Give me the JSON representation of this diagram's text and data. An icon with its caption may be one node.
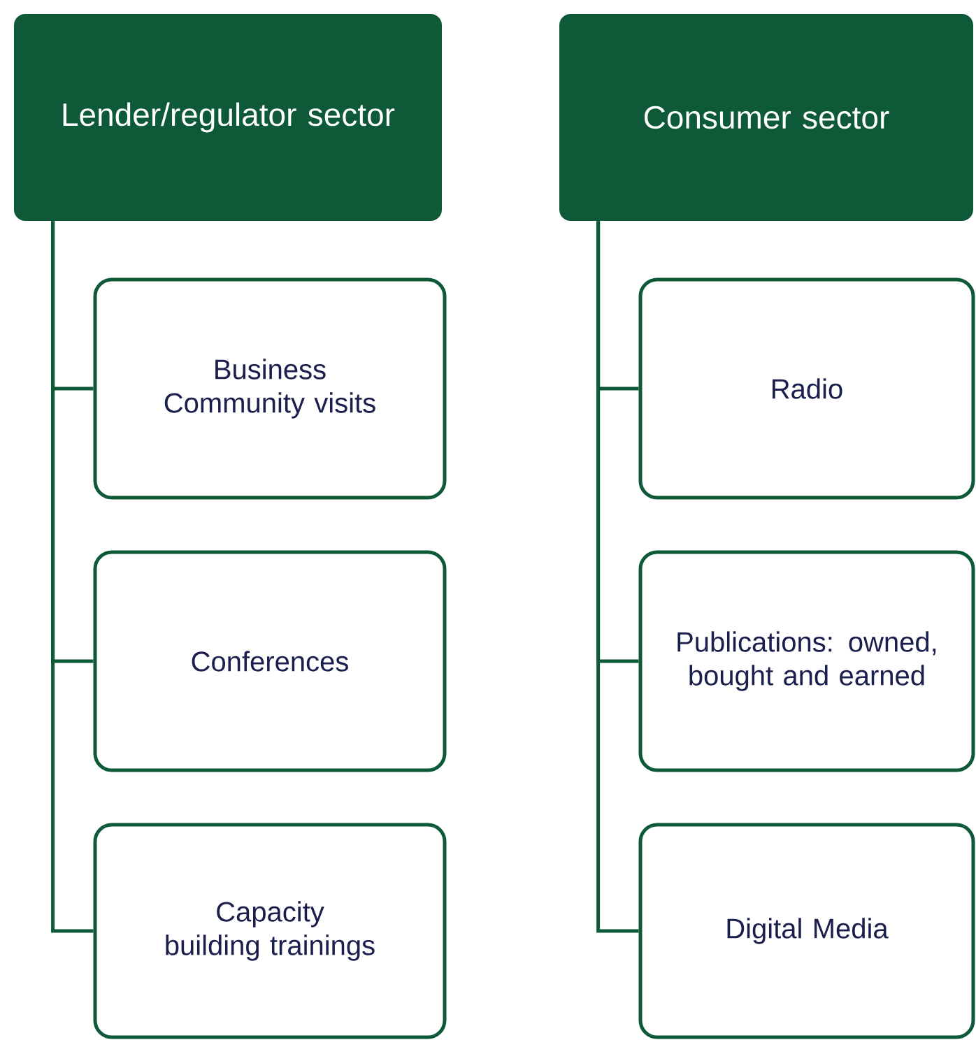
{
  "diagram": {
    "nodes": [
      {
        "text": [
          "Lender/regulator sector"
        ]
      },
      {
        "text": [
          "Business Community visits"
        ]
      },
      {
        "text": [
          "Conferences"
        ]
      },
      {
        "text": [
          "Capacity building trainings"
        ]
      },
      {
        "text": [
          "Consumer sector"
        ]
      },
      {
        "text": [
          "Radio"
        ]
      },
      {
        "text": [
          "Publications: owned, bought and earned"
        ]
      },
      {
        "text": [
          "Digital Media"
        ]
      }
    ],
    "edges": [
      {
        "from": 0,
        "to": 1,
        "arrow": "none"
      },
      {
        "from": 0,
        "to": 2,
        "arrow": "none"
      },
      {
        "from": 0,
        "to": 3,
        "arrow": "none"
      },
      {
        "from": 4,
        "to": 5,
        "arrow": "none"
      },
      {
        "from": 4,
        "to": 6,
        "arrow": "none"
      },
      {
        "from": 4,
        "to": 7,
        "arrow": "none"
      }
    ]
  }
}
